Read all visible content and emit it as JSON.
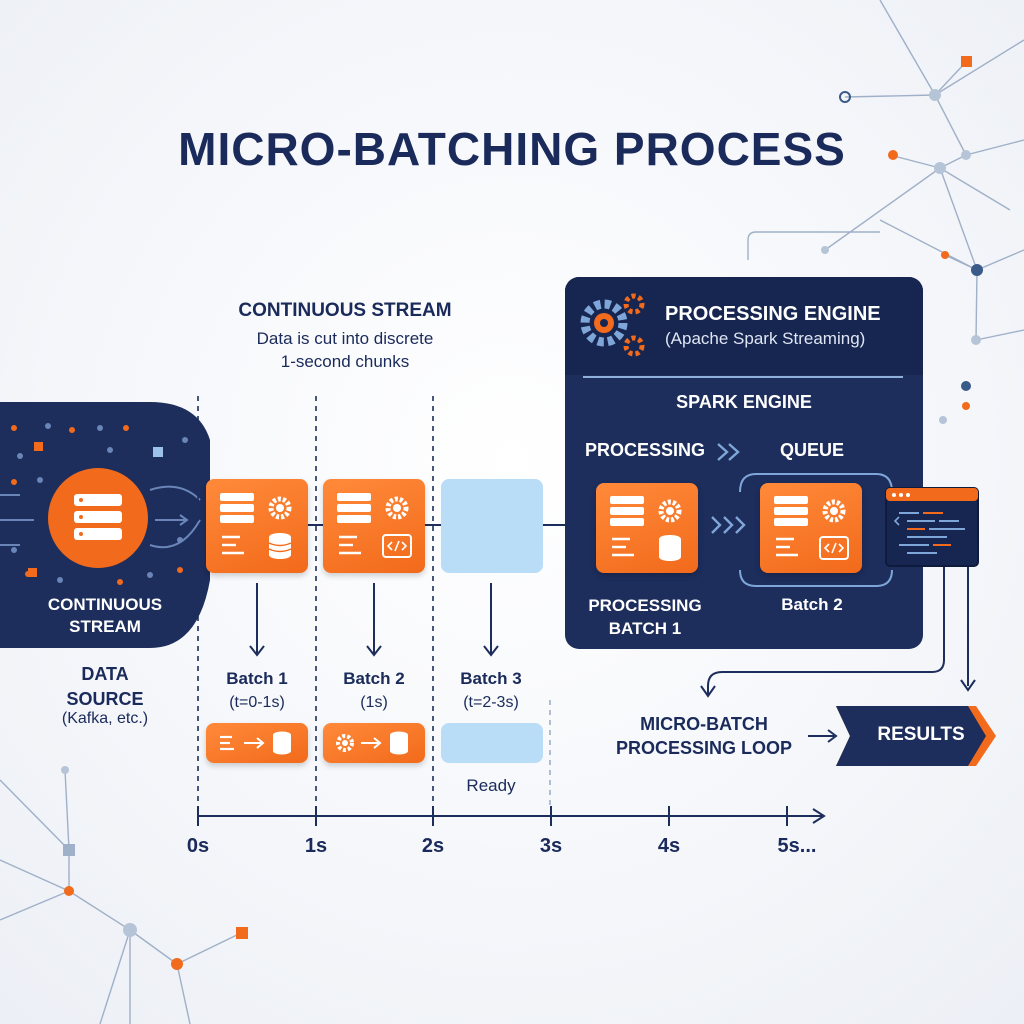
{
  "title": "MICRO-BATCHING PROCESS",
  "stream": {
    "heading": "CONTINUOUS STREAM",
    "subtitle_line1": "Data is cut into discrete",
    "subtitle_line2": "1-second chunks"
  },
  "source": {
    "stream_label_line1": "CONTINUOUS",
    "stream_label_line2": "STREAM",
    "title_line1": "DATA",
    "title_line2": "SOURCE",
    "subtitle": "(Kafka, etc.)"
  },
  "batches": [
    {
      "name": "Batch 1",
      "range": "(t=0-1s)"
    },
    {
      "name": "Batch 2",
      "range": "(1s)"
    },
    {
      "name": "Batch 3",
      "range": "(t=2-3s)"
    }
  ],
  "ready_label": "Ready",
  "timeline": [
    "0s",
    "1s",
    "2s",
    "3s",
    "4s",
    "5s..."
  ],
  "engine": {
    "title": "PROCESSING ENGINE",
    "subtitle": "(Apache Spark Streaming)",
    "section": "SPARK ENGINE",
    "processing_label": "PROCESSING",
    "queue_label": "QUEUE",
    "processing_batch_line1": "PROCESSING",
    "processing_batch_line2": "BATCH 1",
    "queued_batch": "Batch 2"
  },
  "loop": {
    "line1": "MICRO-BATCH",
    "line2": "PROCESSING LOOP"
  },
  "results": "RESULTS",
  "colors": {
    "navy": "#1d2d5c",
    "orange": "#f26a1b",
    "light_blue": "#b9dcf7",
    "text": "#1a2a5a"
  }
}
